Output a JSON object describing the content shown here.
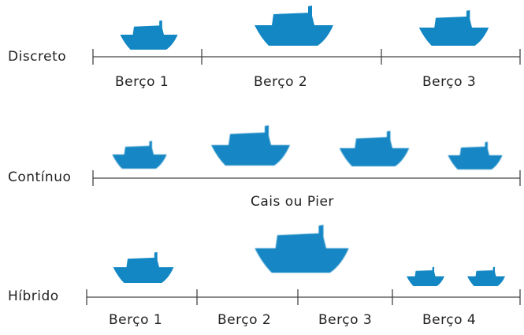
{
  "colors": {
    "ship": "#1287c4",
    "line": "#444444",
    "text": "#222222"
  },
  "icon": "ship-icon",
  "rows": {
    "discreto": {
      "label": "Discreto",
      "berths": [
        "Berço 1",
        "Berço 2",
        "Berço 3"
      ]
    },
    "continuo": {
      "label": "Contínuo",
      "caption": "Cais ou Pier"
    },
    "hibrido": {
      "label": "Híbrido",
      "berths": [
        "Berço 1",
        "Berço 2",
        "Berço 3",
        "Berço 4"
      ]
    }
  }
}
